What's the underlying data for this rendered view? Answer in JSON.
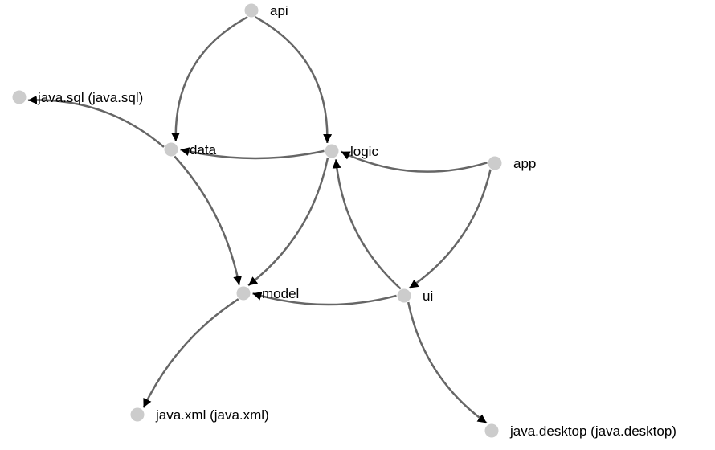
{
  "graph": {
    "colors": {
      "node": "#cccccc",
      "edge": "#666666",
      "label": "#000000",
      "background": "#ffffff"
    },
    "nodes": [
      {
        "id": "api",
        "label": "api"
      },
      {
        "id": "java_sql",
        "label": "java.sql (java.sql)"
      },
      {
        "id": "data",
        "label": "data"
      },
      {
        "id": "logic",
        "label": "logic"
      },
      {
        "id": "app",
        "label": "app"
      },
      {
        "id": "model",
        "label": "model"
      },
      {
        "id": "ui",
        "label": "ui"
      },
      {
        "id": "java_xml",
        "label": "java.xml (java.xml)"
      },
      {
        "id": "java_desktop",
        "label": "java.desktop (java.desktop)"
      }
    ],
    "edges": [
      {
        "from": "api",
        "to": "data"
      },
      {
        "from": "api",
        "to": "logic"
      },
      {
        "from": "data",
        "to": "java_sql"
      },
      {
        "from": "data",
        "to": "model"
      },
      {
        "from": "logic",
        "to": "data"
      },
      {
        "from": "logic",
        "to": "model"
      },
      {
        "from": "app",
        "to": "logic"
      },
      {
        "from": "app",
        "to": "ui"
      },
      {
        "from": "ui",
        "to": "logic"
      },
      {
        "from": "ui",
        "to": "model"
      },
      {
        "from": "ui",
        "to": "java_desktop"
      },
      {
        "from": "model",
        "to": "java_xml"
      }
    ]
  }
}
